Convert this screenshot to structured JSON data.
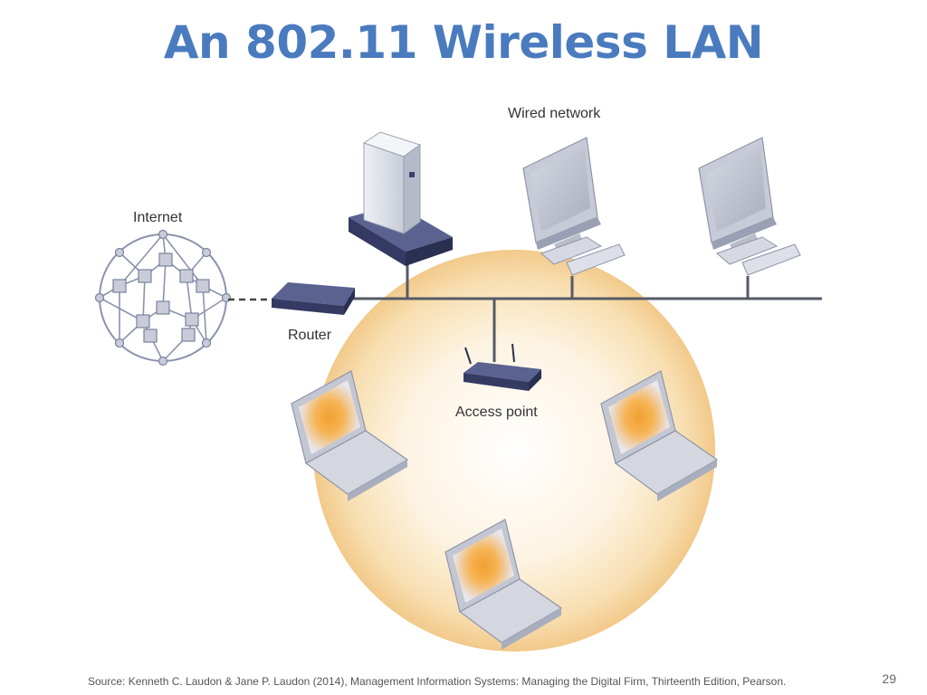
{
  "slide": {
    "title": "An 802.11 Wireless LAN",
    "source": "Source: Kenneth C. Laudon & Jane P. Laudon (2014), Management Information Systems: Managing the Digital Firm, Thirteenth Edition, Pearson.",
    "page_number": "29"
  },
  "diagram": {
    "labels": {
      "wired_network": "Wired network",
      "internet": "Internet",
      "router": "Router",
      "access_point": "Access point"
    },
    "colors": {
      "title": "#4a7bbf",
      "wireless_glow": "#f5c77a",
      "device_body": "#d9dce6",
      "device_dark": "#3a4270",
      "screen_glow": "#f0a030"
    }
  }
}
